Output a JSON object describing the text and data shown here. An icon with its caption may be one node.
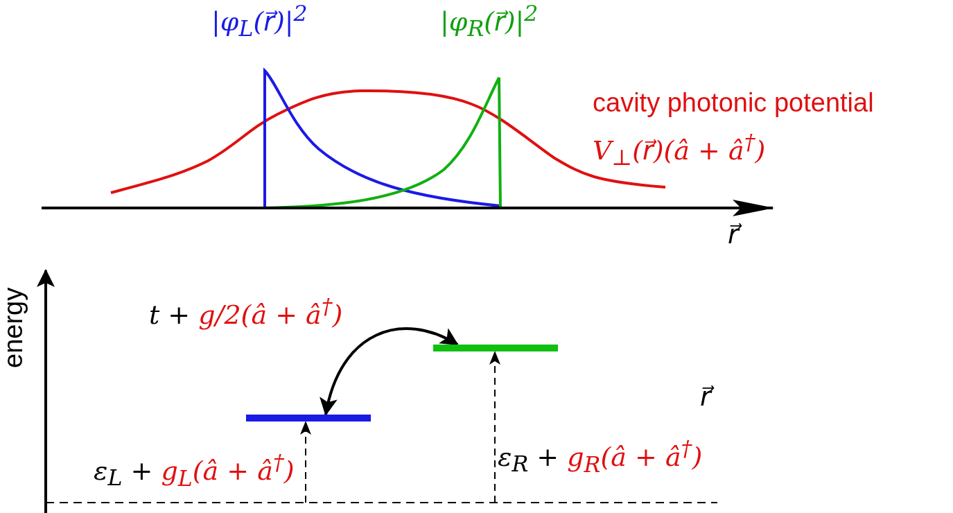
{
  "diagram": {
    "nodes": [
      {
        "text": [],
        "shape": "bar"
      },
      {
        "text": [],
        "shape": "bar"
      }
    ],
    "edges": [
      {
        "from": 0,
        "to": 1,
        "arrow": "both",
        "label": "t + g/2(â + â$^{†}$)"
      },
      {
        "from": null,
        "to": 0,
        "arrow": "to",
        "style": "dashed",
        "label": "ε$_{L}$ + g$_{L}$(â + â$^{†}$)"
      },
      {
        "from": null,
        "to": 1,
        "arrow": "to",
        "style": "dashed",
        "label": "ε$_{R}$ + g$_{R}$(â + â$^{†}$)"
      }
    ],
    "labels": [
      "|φ$_{L}$(r⃗)|$^{2}$",
      "|φ$_{R}$(r⃗)|$^{2}$",
      "cavity photonic potential",
      "V$_{⊥}$(r⃗)(â + â$^{†}$)",
      "r⃗",
      "energy",
      "r⃗"
    ]
  }
}
